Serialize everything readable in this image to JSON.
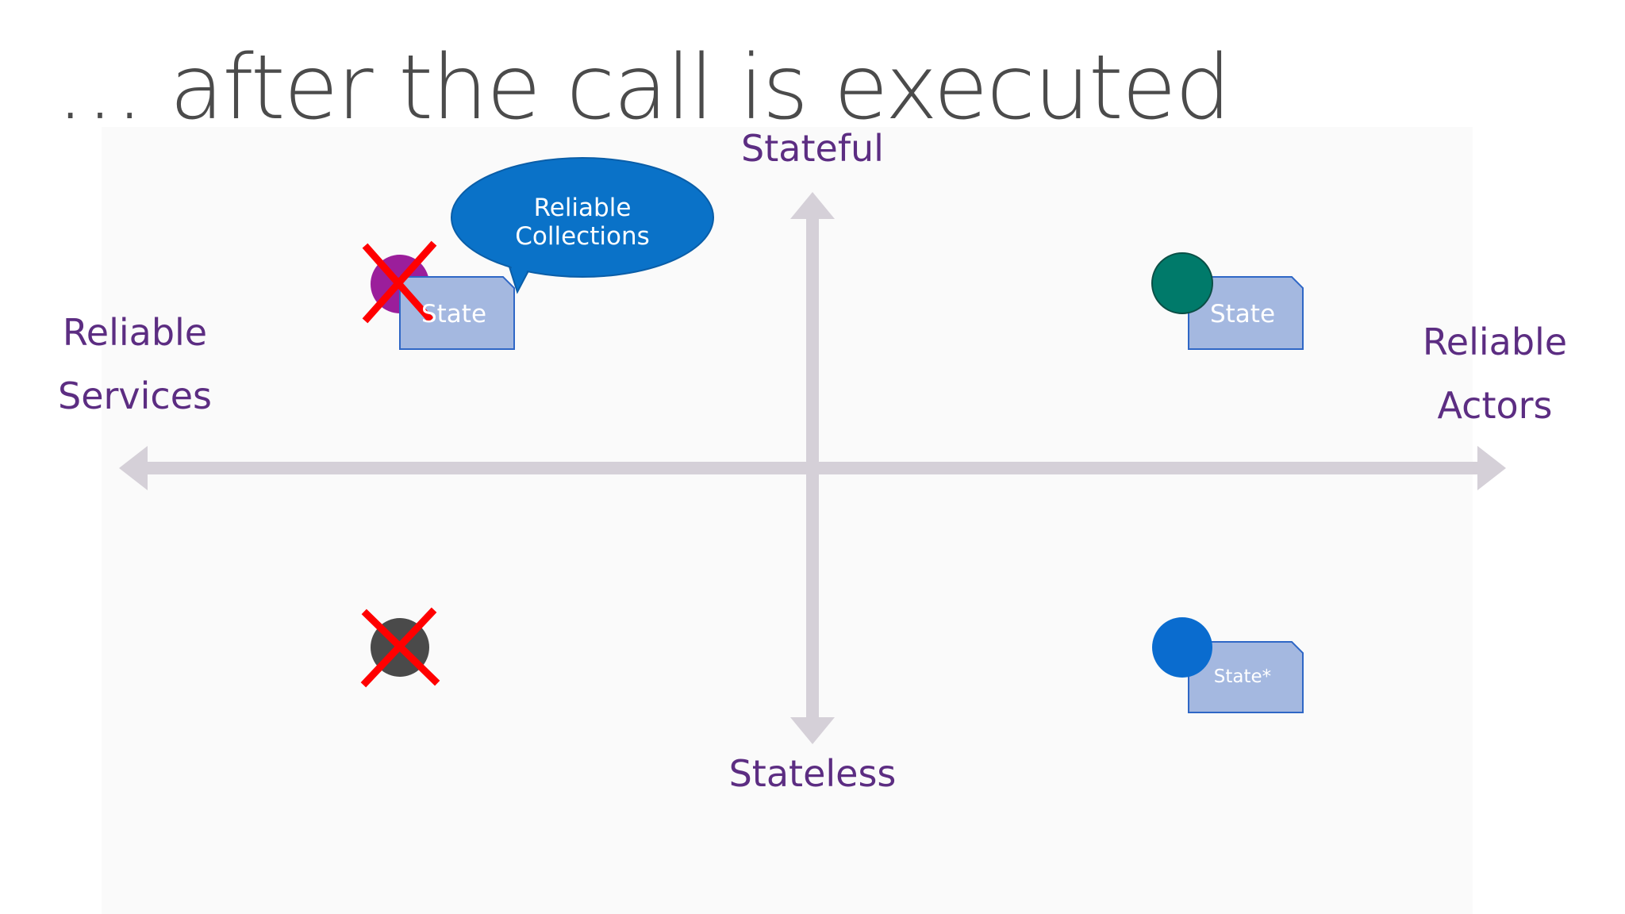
{
  "title": "… after the call is executed",
  "axis": {
    "top_label": "Stateful",
    "bottom_label": "Stateless",
    "left_label_line1": "Reliable",
    "left_label_line2": "Services",
    "right_label_line1": "Reliable",
    "right_label_line2": "Actors"
  },
  "bubble": {
    "line1": "Reliable",
    "line2": "Collections"
  },
  "quadrants": {
    "top_left": {
      "state_label": "State",
      "circle_color": "#9b1e9b",
      "crossed_out": true
    },
    "top_right": {
      "state_label": "State",
      "circle_color": "#007a6a",
      "crossed_out": false
    },
    "bottom_left": {
      "circle_color": "#4a4a4a",
      "crossed_out": true
    },
    "bottom_right": {
      "state_label": "State*",
      "circle_color": "#0a6ccf",
      "crossed_out": false
    }
  },
  "colors": {
    "axis": "#d5d0d8",
    "label": "#5c2d82",
    "bubble": "#0a72c8",
    "doc_fill": "#a4b8e0",
    "doc_border": "#2f67c6",
    "cross": "#ff0000"
  }
}
